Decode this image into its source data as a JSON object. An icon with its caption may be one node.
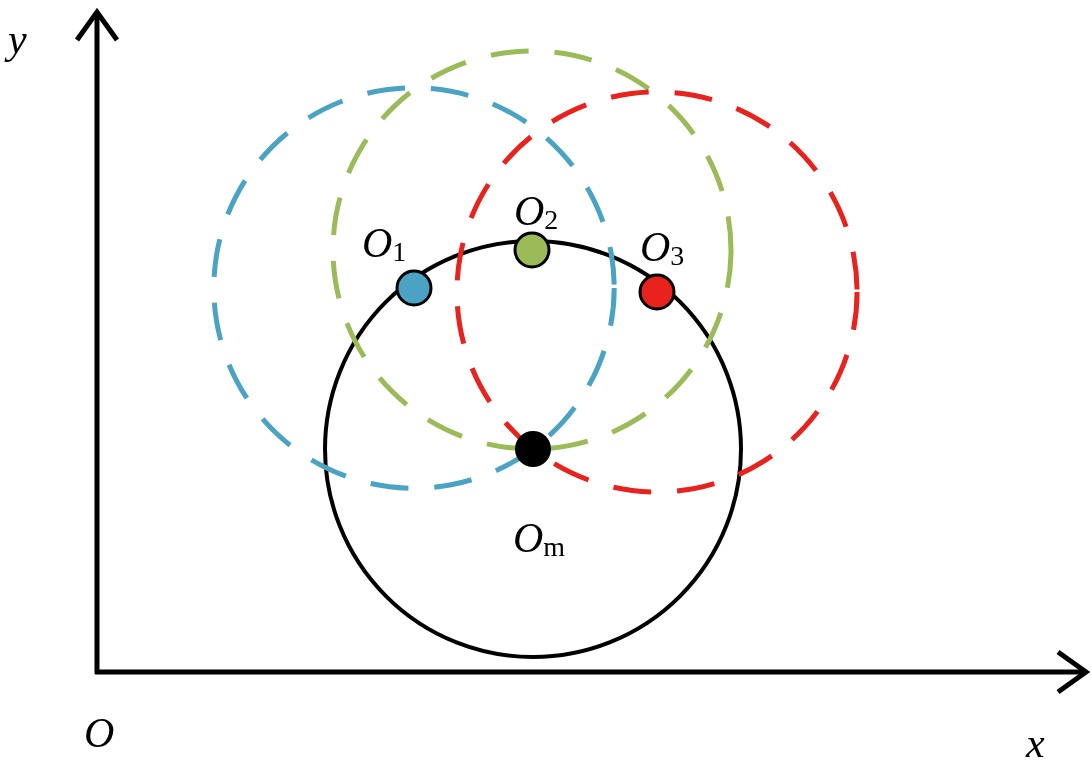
{
  "diagram": {
    "labels": [
      "y",
      "*O*$_{1}$",
      "*O*$_{2}$",
      "*O*$_{3}$",
      "*O*$_{m}$",
      "O",
      "x"
    ]
  }
}
